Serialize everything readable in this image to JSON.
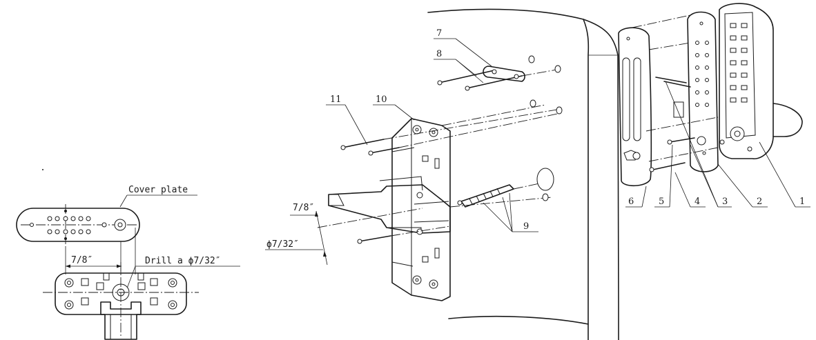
{
  "left_view": {
    "cover_plate_label": "Cover plate",
    "dim_label": "7/8″",
    "drill_label": "Drill a  ϕ7/32″"
  },
  "main_view": {
    "dim_vertical_label": "7/8″",
    "dim_diameter_label": "ϕ7/32″"
  },
  "callouts": {
    "c1": "1",
    "c2": "2",
    "c3": "3",
    "c4": "4",
    "c5": "5",
    "c6": "6",
    "c7": "7",
    "c8": "8",
    "c9": "9",
    "c10": "10",
    "c11": "11"
  }
}
